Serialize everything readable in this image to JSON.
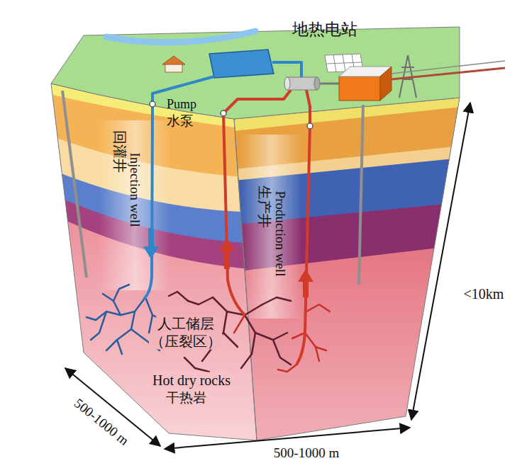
{
  "diagram": {
    "labels": [
      "地热电站",
      "Pump",
      "水泵",
      "回灌井",
      "Injection well",
      "生产井",
      "Production well",
      "人工储层",
      "（压裂区）",
      "Hot dry rocks",
      "干热岩",
      "<10km",
      "500-1000 m",
      "500-1000 m"
    ]
  }
}
